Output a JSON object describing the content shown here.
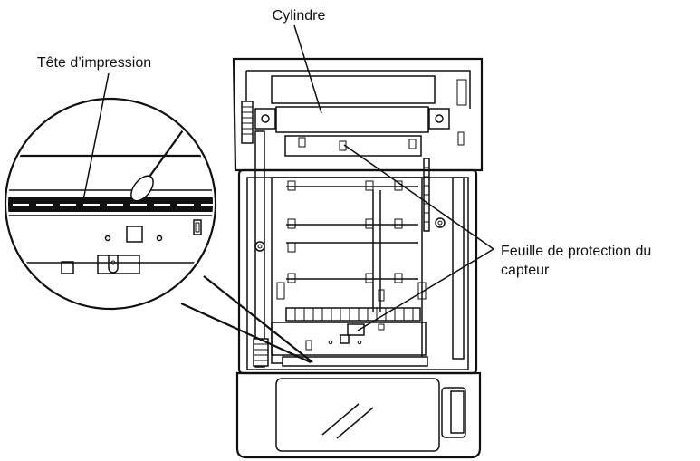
{
  "callouts": {
    "platen": "Cylindre",
    "print_head": "Tête d’impression",
    "sensor_sheet_line1": "Feuille de protection du",
    "sensor_sheet_line2": "capteur"
  }
}
